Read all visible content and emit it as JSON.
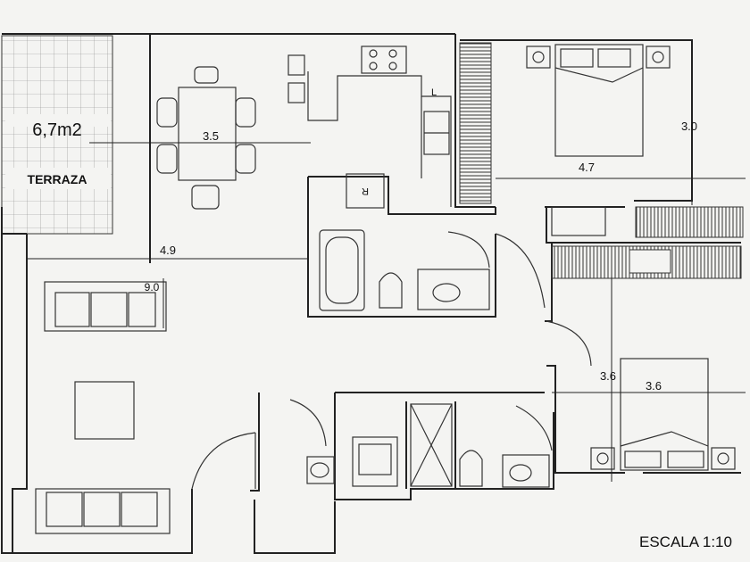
{
  "terrace": {
    "area": "6,7m2",
    "name": "TERRAZA"
  },
  "dimensions": {
    "dining_width": "3.5",
    "living_width": "4.9",
    "living_length": "9.0",
    "bedroom1_width": "4.7",
    "bedroom1_depth": "3.0",
    "bedroom2_depth": "3.6",
    "bedroom2_width": "3.6"
  },
  "appliance_marks": {
    "fridge": "R",
    "washer": "L"
  },
  "scale": "ESCALA 1:10"
}
